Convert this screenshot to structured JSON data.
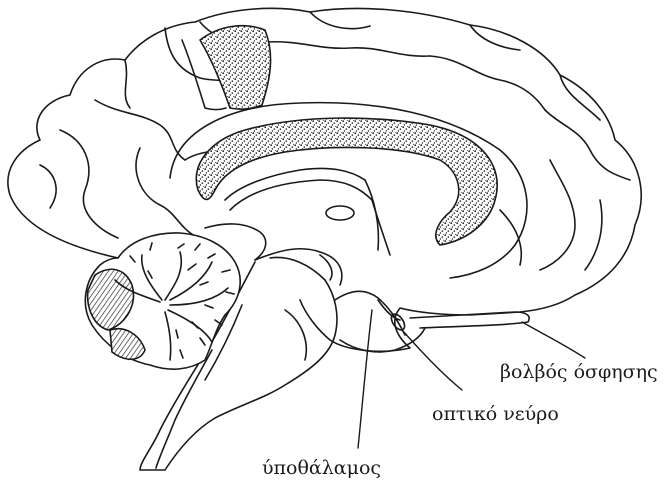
{
  "labels": {
    "olfactory_bulb": "βολβός όσφησης",
    "optic_nerve": "οπτικό νεύρο",
    "hypothalamus": "ύποθάλαμος"
  },
  "colors": {
    "ink": "#1a1a1a",
    "background": "#ffffff"
  }
}
